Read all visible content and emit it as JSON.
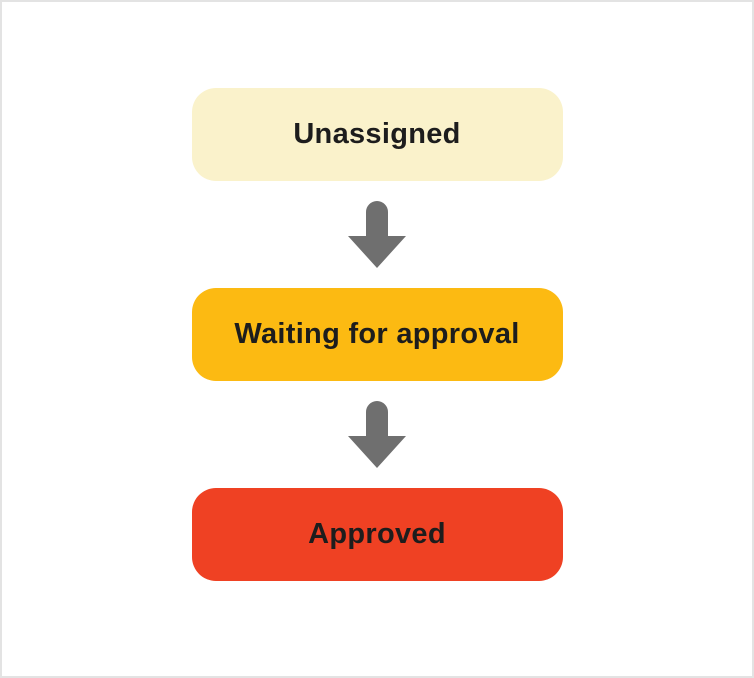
{
  "colors": {
    "page_background": "#ffffff",
    "page_border": "#e3e3e3",
    "arrow": "#6f6f6f",
    "node_text": "#1d1d1d",
    "node_unassigned_bg": "#faf2cb",
    "node_waiting_bg": "#fcba12",
    "node_approved_bg": "#ef4123"
  },
  "flowchart": {
    "nodes": [
      {
        "label": "Unassigned",
        "background": "#faf2cb"
      },
      {
        "label": "Waiting for approval",
        "background": "#fcba12"
      },
      {
        "label": "Approved",
        "background": "#ef4123"
      }
    ],
    "connectors": [
      {
        "type": "arrow-down"
      },
      {
        "type": "arrow-down"
      }
    ]
  }
}
